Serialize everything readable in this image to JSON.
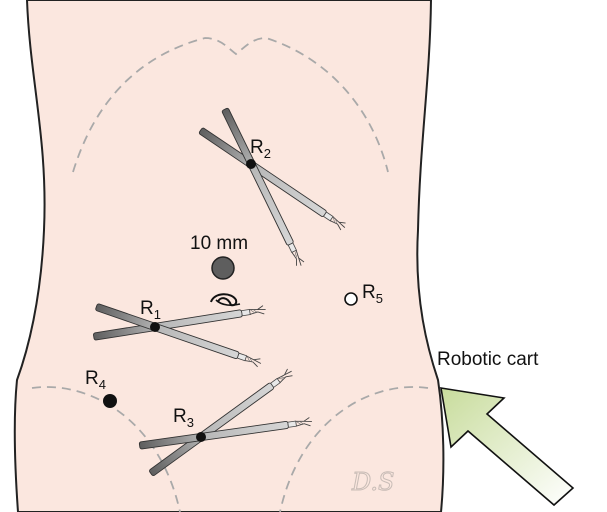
{
  "figure": {
    "ports": [
      {
        "id": "R1",
        "letter": "R",
        "sub": "1"
      },
      {
        "id": "R2",
        "letter": "R",
        "sub": "2"
      },
      {
        "id": "R3",
        "letter": "R",
        "sub": "3"
      },
      {
        "id": "R4",
        "letter": "R",
        "sub": "4"
      },
      {
        "id": "R5",
        "letter": "R",
        "sub": "5"
      }
    ],
    "camera_port_label": "10 mm",
    "cart_label": "Robotic cart",
    "signature": "D.S"
  },
  "colors": {
    "skin": "#fbe7df",
    "outline": "#222222",
    "dashed": "#a9a9a9",
    "instrument": "#8c8c8c",
    "arrow_fill_start": "#cfe0a6",
    "arrow_fill_end": "#ffffff"
  }
}
